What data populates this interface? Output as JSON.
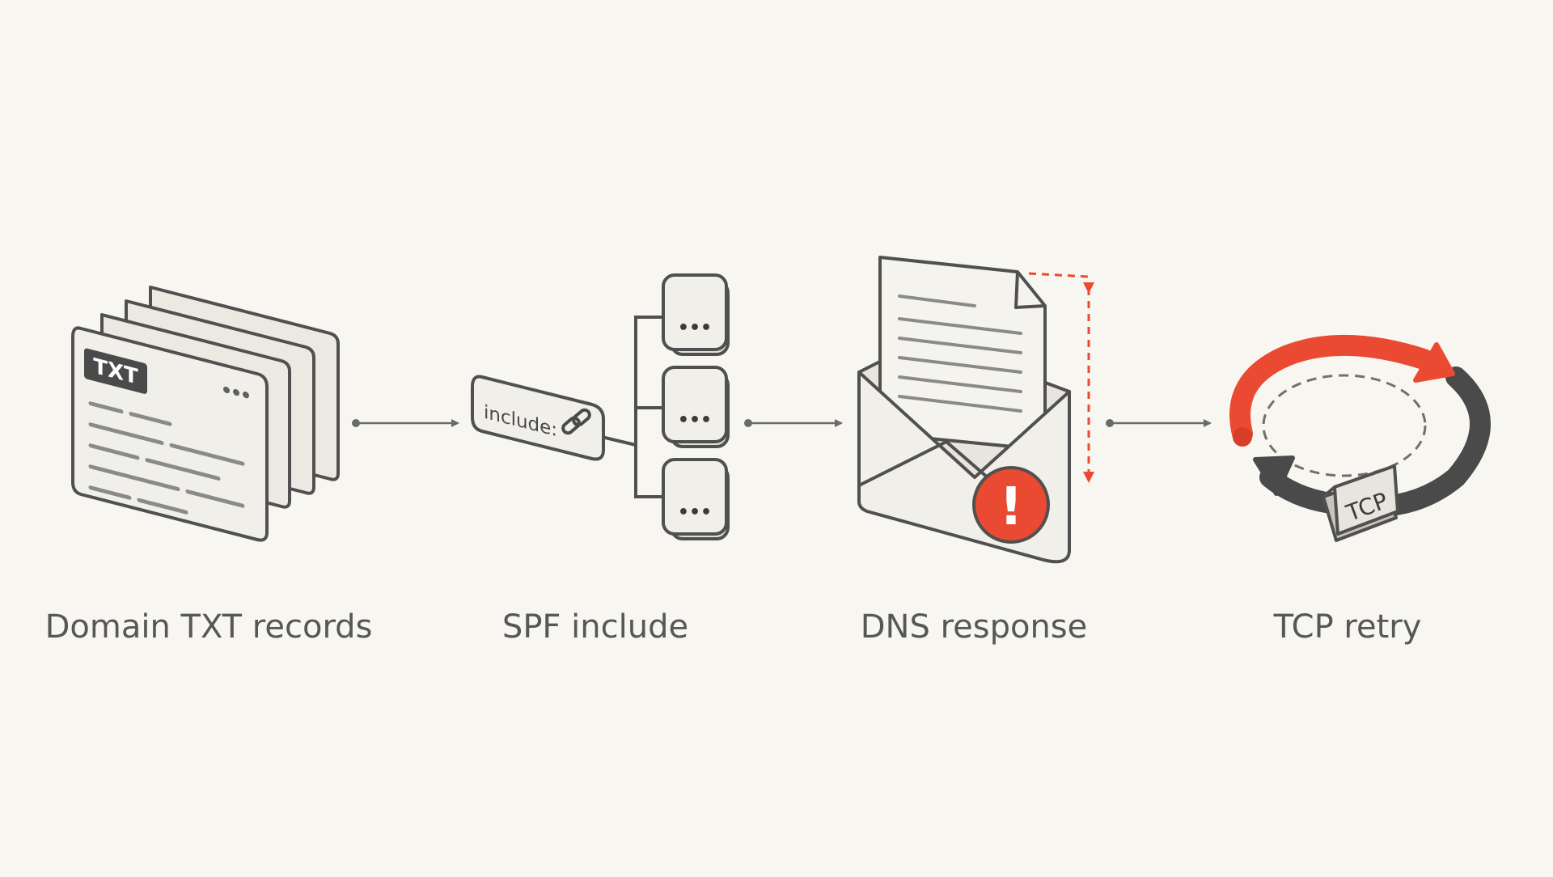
{
  "labels": {
    "txt_records": "Domain TXT records",
    "spf_include": "SPF include",
    "dns_response": "DNS response",
    "tcp_retry": "TCP retry"
  },
  "icons": {
    "txt_badge": "TXT",
    "include_tag": "include:",
    "include_children": [
      "•••",
      "•••",
      "•••"
    ],
    "alert_glyph": "!",
    "tcp_badge": "TCP"
  },
  "colors": {
    "background": "#f8f6f1",
    "card": "#f1efe9",
    "stroke": "#505050",
    "text": "#575757",
    "accent": "#ea4a32",
    "arrow_dark": "#4a4a4a"
  }
}
